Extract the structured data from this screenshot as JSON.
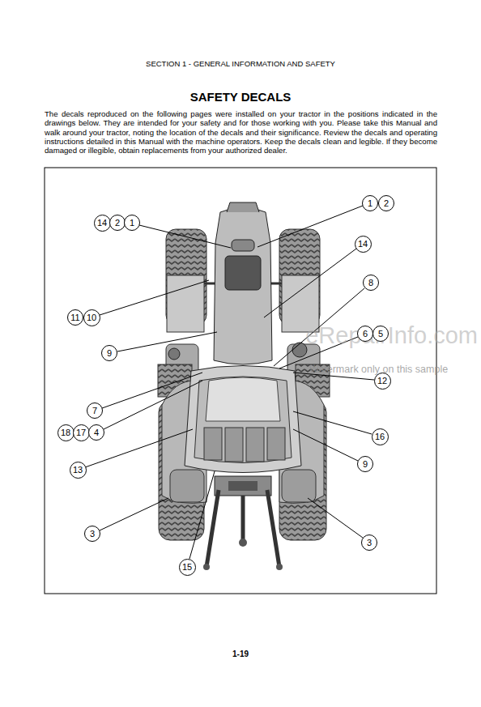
{
  "diagram": {
    "title": "SAFETY DECALS",
    "nodes": [
      {
        "text": [
          "1"
        ]
      },
      {
        "text": [
          "2"
        ]
      },
      {
        "text": [
          "14"
        ]
      },
      {
        "text": [
          "2"
        ]
      },
      {
        "text": [
          "1"
        ]
      },
      {
        "text": [
          "14"
        ]
      },
      {
        "text": [
          "8"
        ]
      },
      {
        "text": [
          "11"
        ]
      },
      {
        "text": [
          "10"
        ]
      },
      {
        "text": [
          "6"
        ]
      },
      {
        "text": [
          "5"
        ]
      },
      {
        "text": [
          "9"
        ]
      },
      {
        "text": [
          "12"
        ]
      },
      {
        "text": [
          "7"
        ]
      },
      {
        "text": [
          "18"
        ]
      },
      {
        "text": [
          "17"
        ]
      },
      {
        "text": [
          "4"
        ]
      },
      {
        "text": [
          "16"
        ]
      },
      {
        "text": [
          "9"
        ]
      },
      {
        "text": [
          "13"
        ]
      },
      {
        "text": [
          "3"
        ]
      },
      {
        "text": [
          "3"
        ]
      },
      {
        "text": [
          "15"
        ]
      }
    ],
    "edges": [],
    "labels": [
      "SECTION 1 - GENERAL INFORMATION AND SAFETY",
      "The decals reproduced on the following pages were installed on your tractor in the positions indicated in the drawings below. They are intended for your safety and for those working with you. Please take this Manual and walk around your tractor, noting the location of the decals and their significance. Review the decals and operating instructions detailed in this Manual with the machine operators. Keep the decals clean and legible. If they become damaged or illegible, obtain replacements from your authorized dealer.",
      "eRepairInfo.com",
      "Watermark only on this sample",
      "1-19"
    ]
  }
}
